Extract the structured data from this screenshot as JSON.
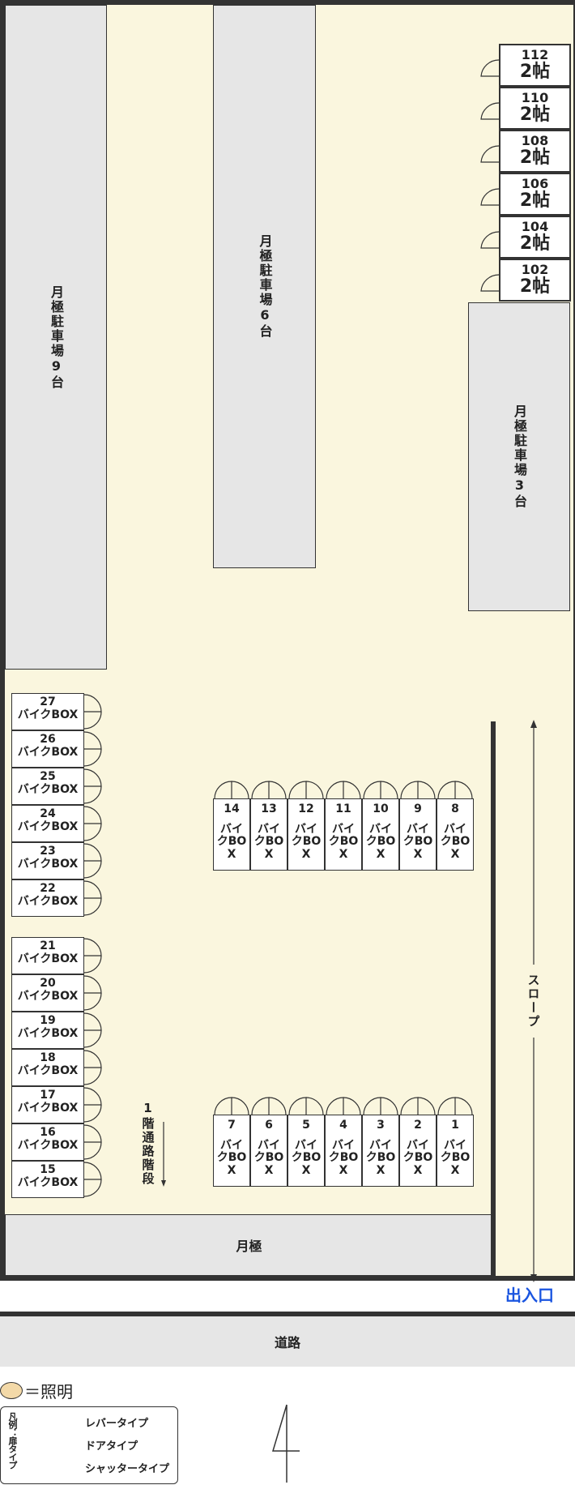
{
  "lots": {
    "monthly_9": "月極駐車場9台",
    "monthly_6": "月極駐車場6台",
    "monthly_3": "月極駐車場3台",
    "monthly": "月極"
  },
  "rooms": [
    {
      "number": "112",
      "size": "2帖"
    },
    {
      "number": "110",
      "size": "2帖"
    },
    {
      "number": "108",
      "size": "2帖"
    },
    {
      "number": "106",
      "size": "2帖"
    },
    {
      "number": "104",
      "size": "2帖"
    },
    {
      "number": "102",
      "size": "2帖"
    }
  ],
  "bike_label": "バイクBOX",
  "bike_left_a": [
    "27",
    "26",
    "25",
    "24",
    "23",
    "22"
  ],
  "bike_left_b": [
    "21",
    "20",
    "19",
    "18",
    "17",
    "16",
    "15"
  ],
  "bike_row_top": [
    "14",
    "13",
    "12",
    "11",
    "10",
    "9",
    "8"
  ],
  "bike_row_bottom": [
    "7",
    "6",
    "5",
    "4",
    "3",
    "2",
    "1"
  ],
  "stairs_label": "1階通路階段",
  "slope_label": "スロープ",
  "entrance_label": "出入口",
  "road_label": "道路",
  "legend": {
    "lighting": "＝照明",
    "title": "凡例：扉タイプ",
    "lever": "レバータイプ",
    "door": "ドアタイプ",
    "shutter": "シャッタータイプ"
  },
  "colors": {
    "floor": "#faf6de",
    "lot": "#e6e6e6",
    "entrance": "#1a55e0",
    "light": "#f3d9a8"
  }
}
